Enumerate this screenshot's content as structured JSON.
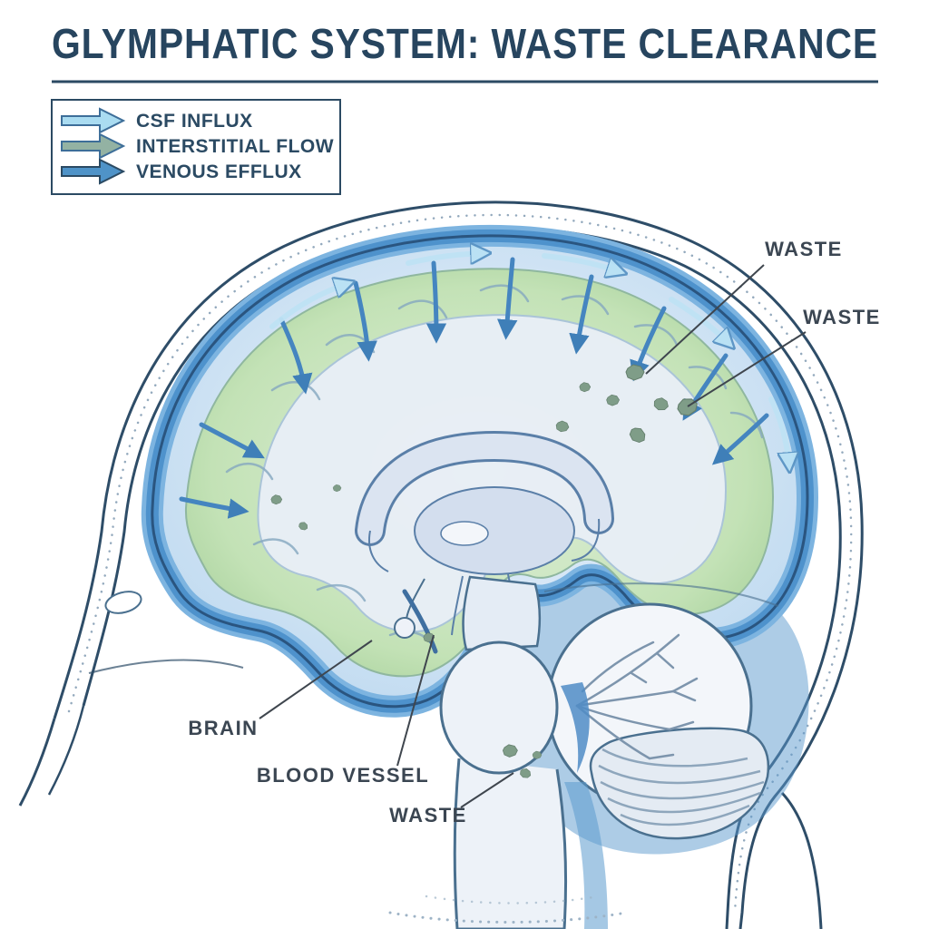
{
  "title": "GLYMPHATIC SYSTEM: WASTE CLEARANCE",
  "legend": {
    "items": [
      {
        "label": "CSF INFLUX",
        "color": "#aadcf1",
        "icon": "arrow-right-icon"
      },
      {
        "label": "INTERSTITIAL FLOW",
        "color": "#93b2a3",
        "icon": "arrow-right-icon"
      },
      {
        "label": "VENOUS EFFLUX",
        "color": "#4f93c8",
        "icon": "arrow-right-icon"
      }
    ]
  },
  "annotations": {
    "waste_upper": "WASTE",
    "waste_right": "WASTE",
    "brain": "BRAIN",
    "blood_vessel": "BLOOD VESSEL",
    "waste_lower": "WASTE"
  },
  "colors": {
    "outline_navy": "#2b4a63",
    "csf_blue": "#4e92cc",
    "interstitial_green": "#b9dcab",
    "venous_blue": "#4f93c8",
    "label_text": "#3b4652"
  }
}
